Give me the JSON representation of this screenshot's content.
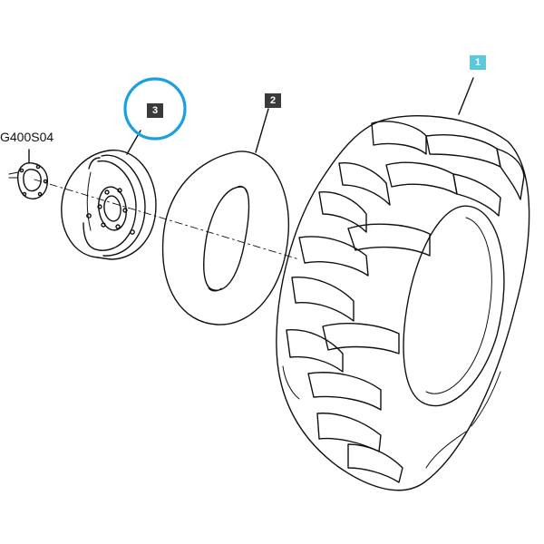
{
  "diagram": {
    "reference_code": "G400S04",
    "callouts": [
      {
        "number": "1",
        "part": "tire",
        "highlighted": true
      },
      {
        "number": "2",
        "part": "inner-tube",
        "highlighted": false
      },
      {
        "number": "3",
        "part": "wheel-rim",
        "highlighted": false,
        "circled": true
      }
    ]
  },
  "colors": {
    "callout_bg": "#3a3a3a",
    "callout_highlight_bg": "#5bc8dc",
    "circle_highlight": "#1aa0e0",
    "line": "#111111"
  }
}
